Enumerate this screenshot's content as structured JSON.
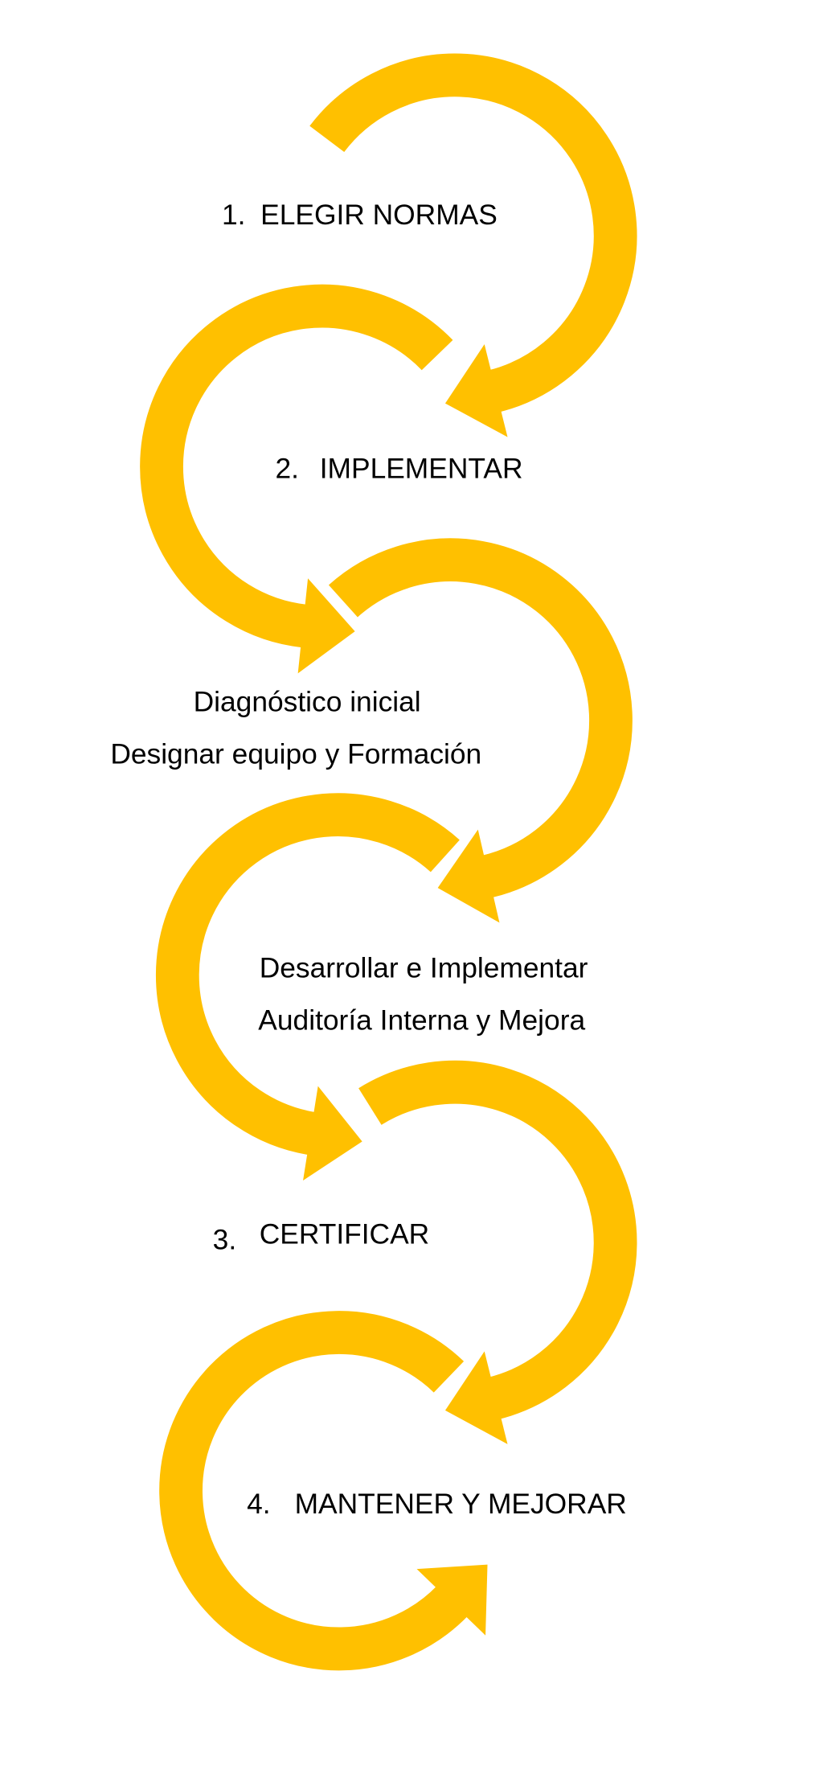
{
  "colors": {
    "arrow": "#FFC000",
    "text": "#000000",
    "background": "#FFFFFF"
  },
  "steps": {
    "step1": {
      "number": "1.",
      "title": "ELEGIR NORMAS"
    },
    "step2": {
      "number": "2.",
      "title": "IMPLEMENTAR"
    },
    "step2_sub": [
      "Diagnóstico inicial",
      "Designar equipo y Formación",
      "Desarrollar e Implementar",
      "Auditoría Interna y Mejora"
    ],
    "step3": {
      "number": "3.",
      "title": "CERTIFICAR"
    },
    "step4": {
      "number": "4.",
      "title": "MANTENER Y MEJORAR"
    }
  }
}
